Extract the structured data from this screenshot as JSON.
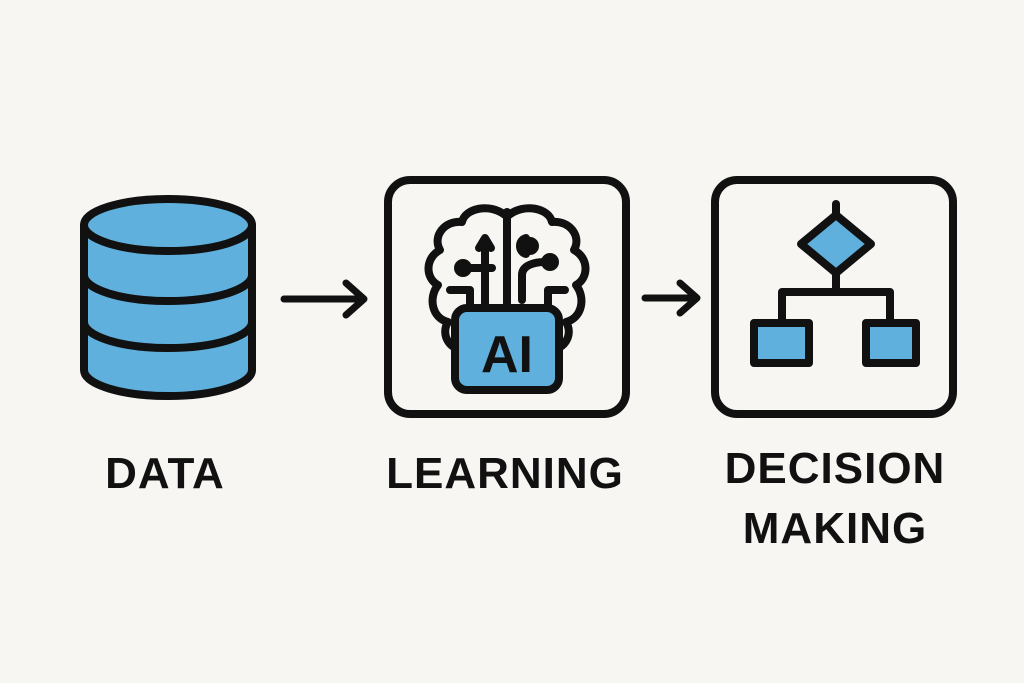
{
  "diagram": {
    "type": "pipeline",
    "colors": {
      "background": "#f8f6f2",
      "stroke": "#111111",
      "fill": "#5fb0dc"
    },
    "steps": [
      {
        "label": "DATA",
        "icon": "database-icon"
      },
      {
        "label": "LEARNING",
        "icon": "brain-ai-icon",
        "badge": "AI"
      },
      {
        "label_line1": "DECISION",
        "label_line2": "MAKING",
        "icon": "decision-tree-icon"
      }
    ],
    "connectors": [
      "arrow-right",
      "arrow-right"
    ]
  }
}
